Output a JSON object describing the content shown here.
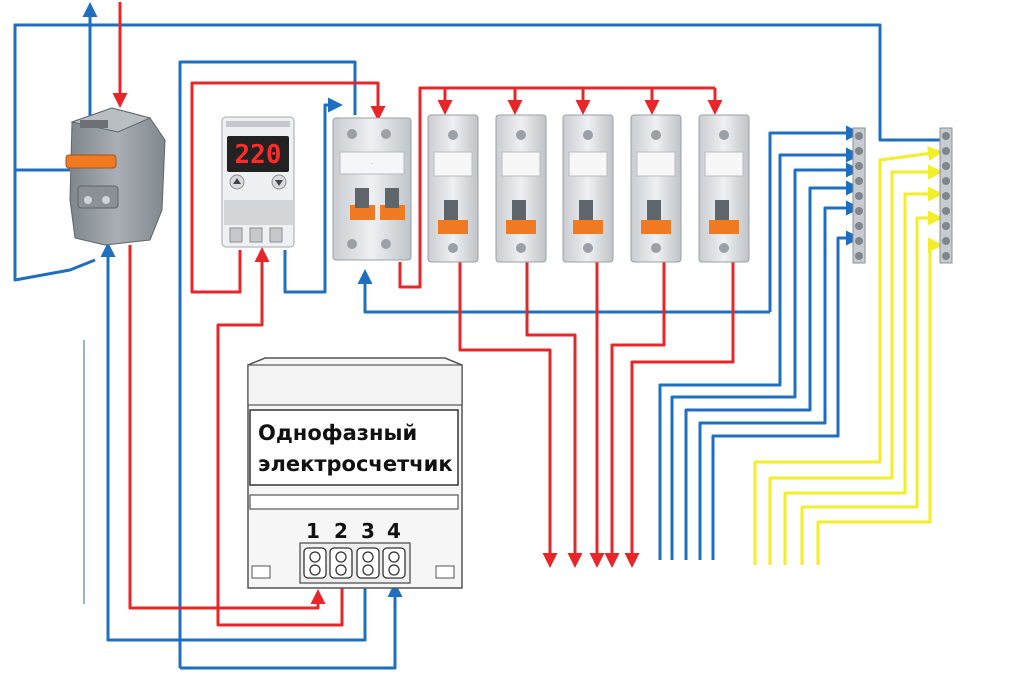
{
  "meter": {
    "title_line1": "Однофазный",
    "title_line2": "электросчетчик",
    "terminals": [
      "1",
      "2",
      "3",
      "4"
    ]
  },
  "voltage_relay": {
    "display": "220"
  },
  "colors": {
    "phase": "#e8262a",
    "neutral": "#1f6fc0",
    "earth": "#f2ee2a",
    "breaker_body": "#dfe3e6",
    "breaker_handle": "#f07a22",
    "main_switch_body": "#9aa0a5",
    "background": "#ffffff"
  },
  "icons": {
    "main_switch": "two-pole-switch-icon",
    "relay": "voltage-relay-icon",
    "rcd": "rcd-icon",
    "breaker": "circuit-breaker-icon",
    "neutral_bus": "terminal-bus-icon",
    "earth_bus": "terminal-bus-icon"
  },
  "breakers_count": 5,
  "outgoing": {
    "phase_lines": 5,
    "neutral_lines": 5,
    "earth_lines": 5
  }
}
